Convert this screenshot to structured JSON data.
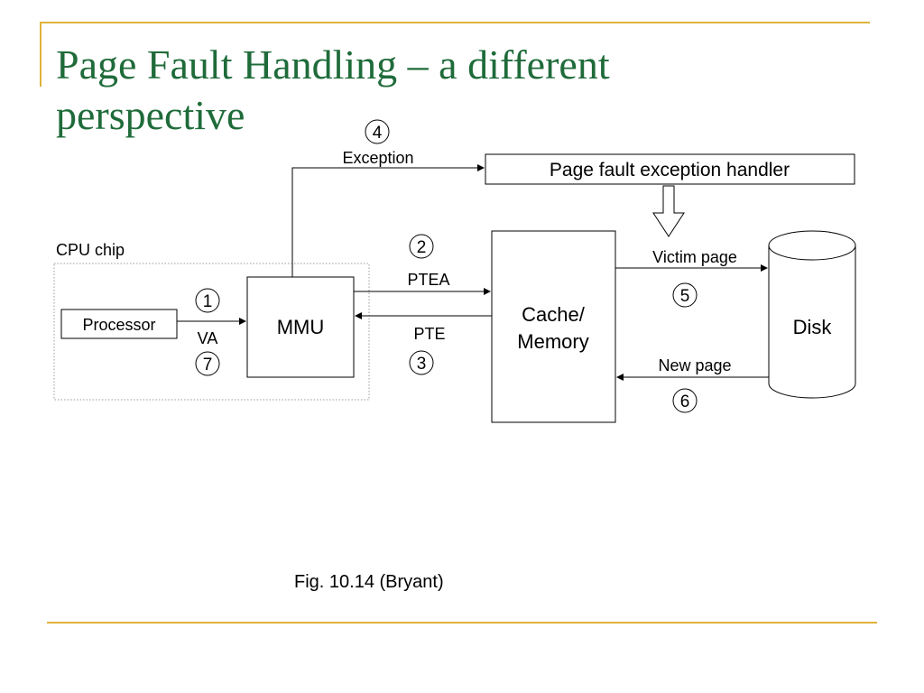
{
  "title": "Page Fault Handling – a different perspective",
  "caption": "Fig. 10.14 (Bryant)",
  "diagram": {
    "cpu_chip_label": "CPU chip",
    "processor": "Processor",
    "mmu": "MMU",
    "cache_memory": [
      "Cache/",
      "Memory"
    ],
    "disk": "Disk",
    "handler": "Page fault exception handler",
    "edge_labels": {
      "va": "VA",
      "ptea": "PTEA",
      "pte": "PTE",
      "exception": "Exception",
      "victim_page": "Victim page",
      "new_page": "New page"
    },
    "steps": [
      "1",
      "2",
      "3",
      "4",
      "5",
      "6",
      "7"
    ]
  },
  "colors": {
    "title": "#1f6b3a",
    "accent_rule": "#e0b23a"
  }
}
